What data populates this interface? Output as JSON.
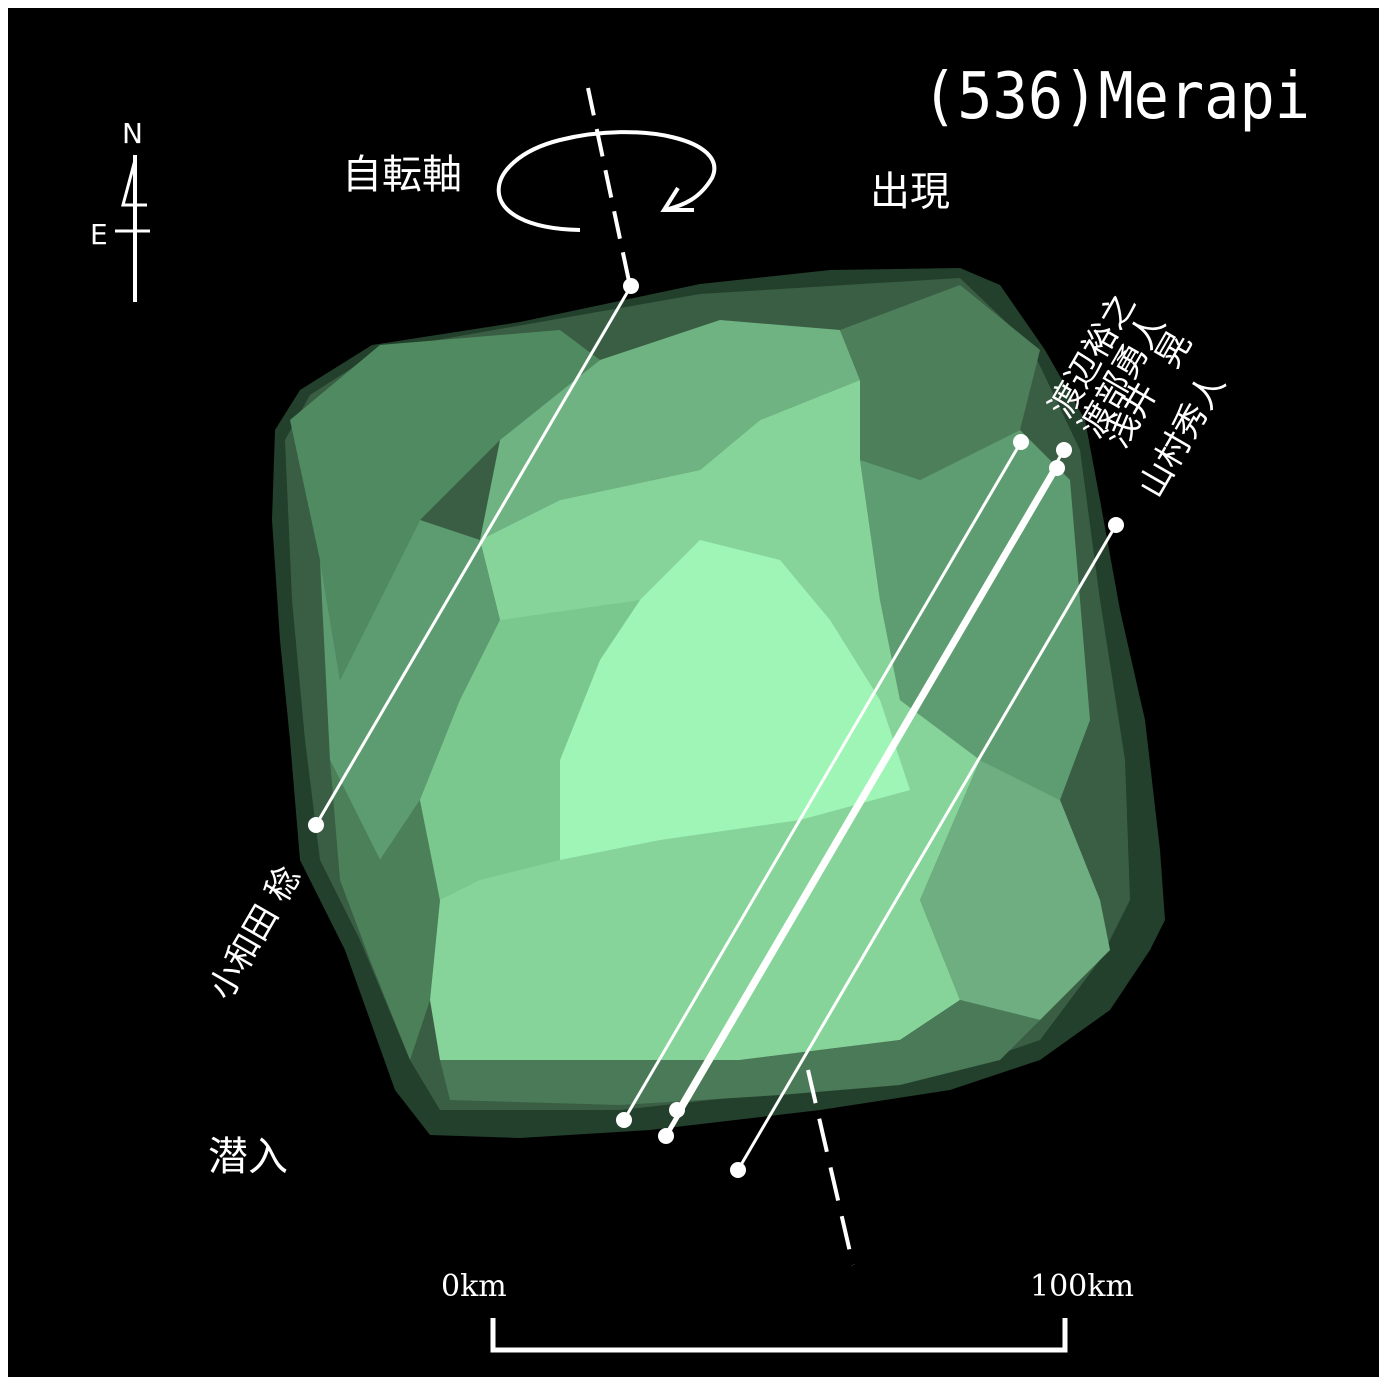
{
  "title": "(536)Merapi",
  "compass": {
    "north": "N",
    "east": "E"
  },
  "rotation_axis_label": "自転軸",
  "appear_label": "出現",
  "disappear_label": "潜入",
  "observers": {
    "o1": "渡辺裕之",
    "o2": "渡部勇人",
    "o2b": "晃",
    "o3": "浅井",
    "o4": "山村秀人",
    "o5": "小和田 稔"
  },
  "scale": {
    "start": "0km",
    "end": "100km"
  },
  "colors": {
    "background": "#000000",
    "frame": "#ffffff",
    "chord": "#ffffff",
    "shape_dark": "#23402c",
    "shape_mid": "#6fb383",
    "shape_light": "#9ff5b5"
  }
}
